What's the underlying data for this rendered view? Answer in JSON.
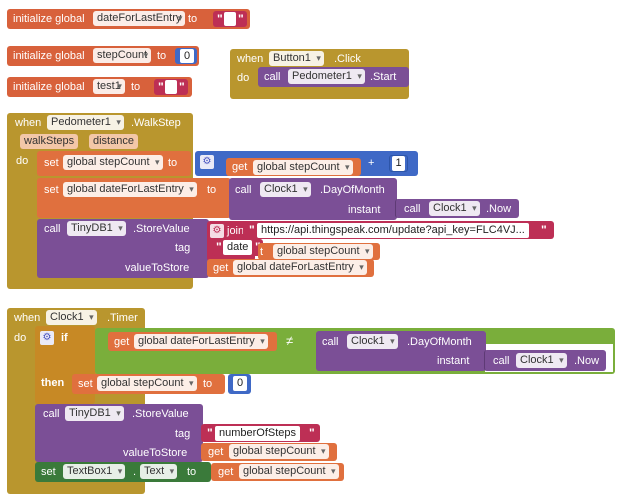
{
  "global_blocks": {
    "init_label": "initialize global",
    "to_label": "to",
    "var1": "dateForLastEntry",
    "var2": "stepCount",
    "var2_value": "0",
    "var3": "test1"
  },
  "button_event": {
    "when_label": "when",
    "component": "Button1",
    "event": ".Click",
    "do_label": "do",
    "call_label": "call",
    "target": "Pedometer1",
    "method": ".Start"
  },
  "pedometer_event": {
    "when_label": "when",
    "component": "Pedometer1",
    "event": ".WalkStep",
    "params": [
      "walkSteps",
      "distance"
    ],
    "do_label": "do",
    "set_label": "set",
    "get_label": "get",
    "to_label": "to",
    "set1_var": "global stepCount",
    "get1_var": "global stepCount",
    "plus": "+",
    "increment": "1",
    "set2_var": "global dateForLastEntry",
    "call_label": "call",
    "clock_component": "Clock1",
    "day_method": ".DayOfMonth",
    "instant_label": "instant",
    "now_method": ".Now",
    "tinydb_component": "TinyDB1",
    "store_method": ".StoreValue",
    "tag_label": "tag",
    "value_label": "valueToStore",
    "join_label": "join",
    "url_text": "https://api.thingspeak.com/update?api_key=FLC4VJ...",
    "tag_text": "date",
    "join_get_var": "global stepCount",
    "value_get_var": "global dateForLastEntry"
  },
  "clock_event": {
    "when_label": "when",
    "component": "Clock1",
    "event": ".Timer",
    "do_label": "do",
    "if_label": "if",
    "then_label": "then",
    "get_label": "get",
    "set_label": "set",
    "call_label": "call",
    "to_label": "to",
    "compare_var": "global dateForLastEntry",
    "operator": "≠",
    "clock_component": "Clock1",
    "day_method": ".DayOfMonth",
    "instant_label": "instant",
    "now_method": ".Now",
    "reset_var": "global stepCount",
    "reset_value": "0",
    "tinydb_component": "TinyDB1",
    "store_method": ".StoreValue",
    "tag_label": "tag",
    "tag_text": "numberOfSteps",
    "value_label": "valueToStore",
    "value_get_var": "global stepCount",
    "textbox_component": "TextBox1",
    "textbox_prop": "Text",
    "textbox_get_var": "global stepCount"
  }
}
